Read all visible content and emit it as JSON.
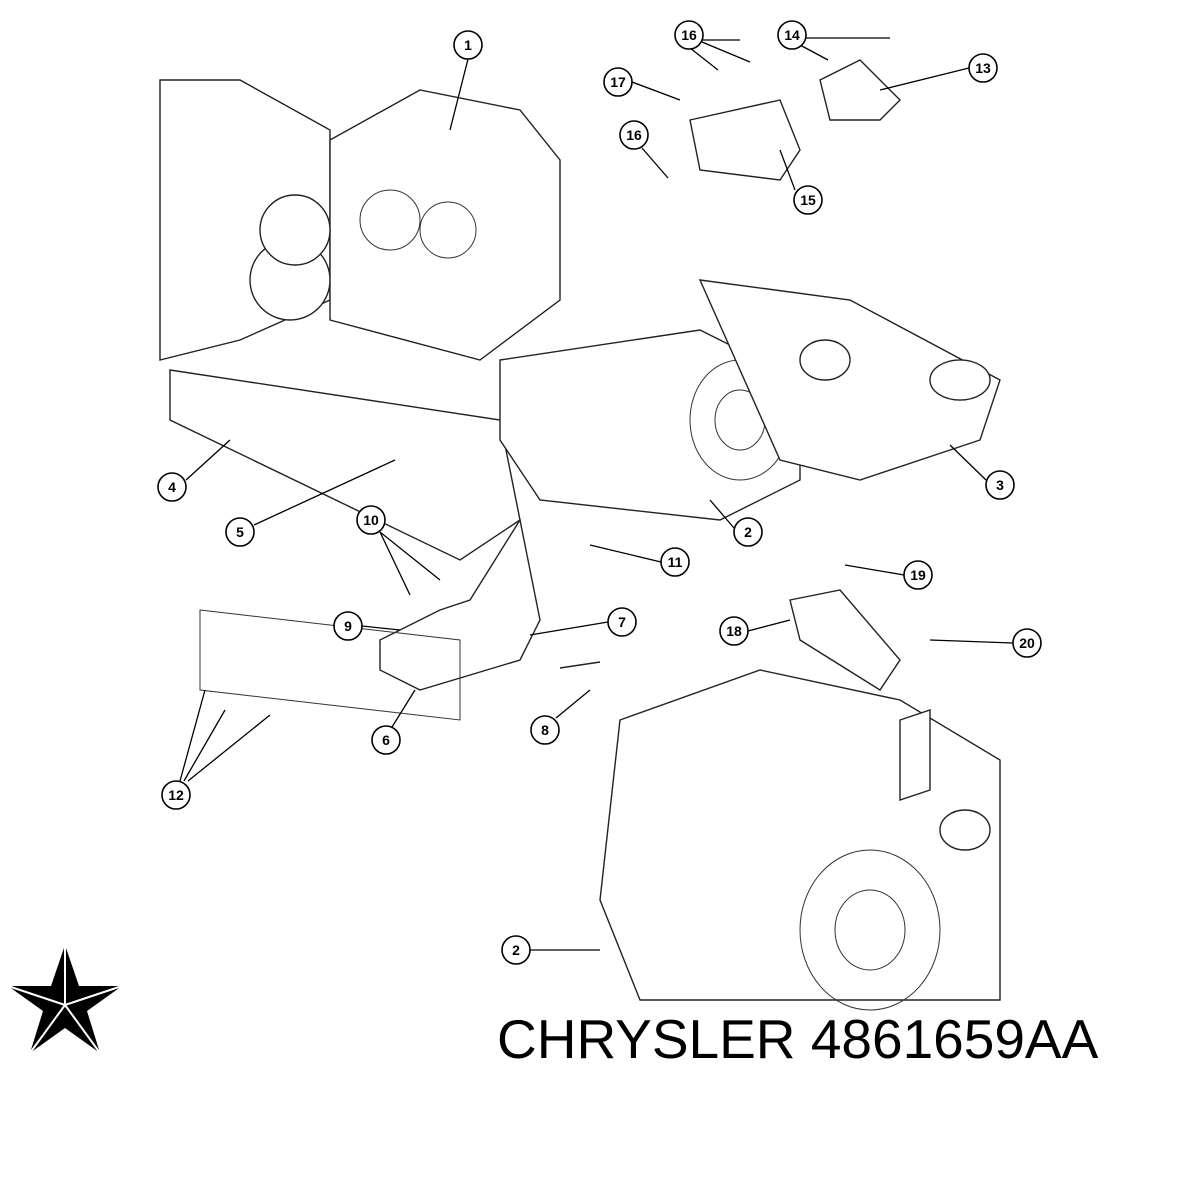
{
  "caption": {
    "brand": "CHRYSLER",
    "part_number": "4861659AA"
  },
  "logo": {
    "icon": "chrysler-pentastar-icon",
    "color": "#000000"
  },
  "callouts": [
    {
      "label": "1"
    },
    {
      "label": "16"
    },
    {
      "label": "14"
    },
    {
      "label": "13"
    },
    {
      "label": "17"
    },
    {
      "label": "16"
    },
    {
      "label": "15"
    },
    {
      "label": "4"
    },
    {
      "label": "3"
    },
    {
      "label": "5"
    },
    {
      "label": "2"
    },
    {
      "label": "10"
    },
    {
      "label": "11"
    },
    {
      "label": "19"
    },
    {
      "label": "9"
    },
    {
      "label": "7"
    },
    {
      "label": "18"
    },
    {
      "label": "20"
    },
    {
      "label": "8"
    },
    {
      "label": "6"
    },
    {
      "label": "12"
    },
    {
      "label": "2"
    }
  ]
}
